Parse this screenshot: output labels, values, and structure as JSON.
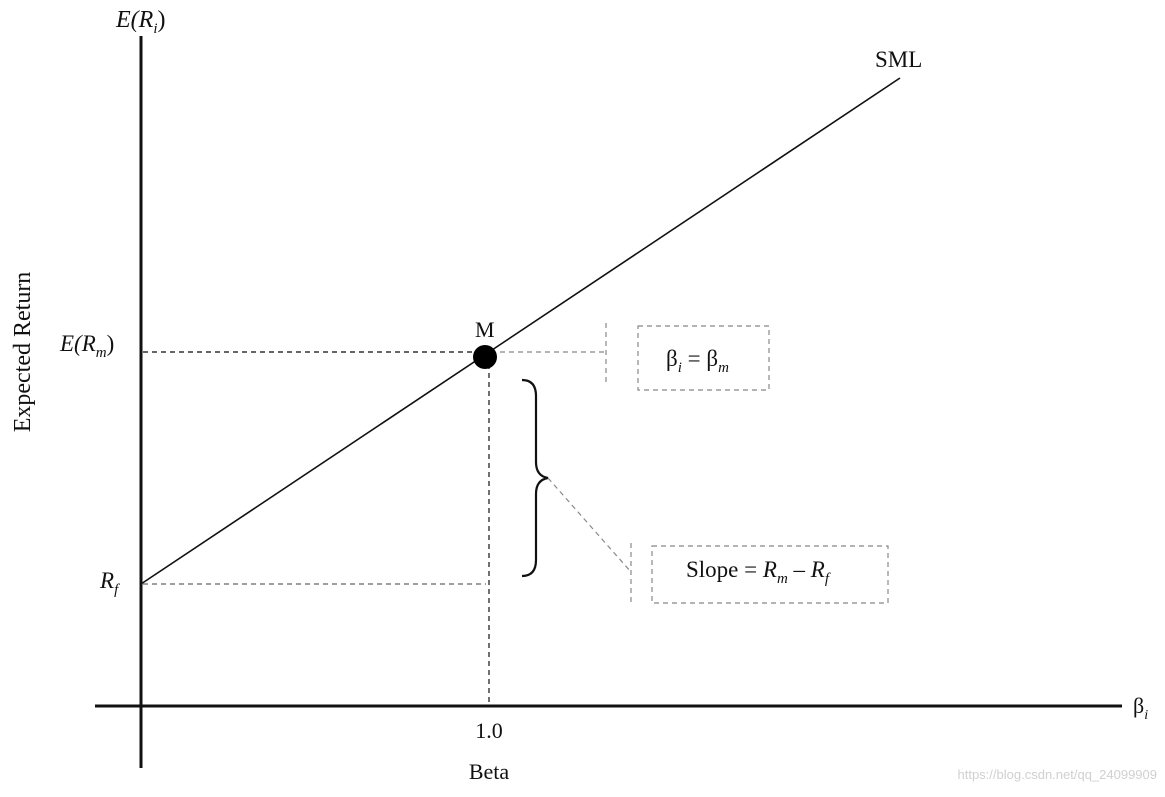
{
  "colors": {
    "axis": "#111111",
    "sml": "#111111",
    "dash": "#444444",
    "callout": "#888888",
    "marker": "#000000"
  },
  "labels": {
    "y_axis_E": "E(",
    "y_axis_R": "R",
    "y_axis_i": "i",
    "y_axis_close": ")",
    "y_title": "Expected Return",
    "x_title": "Beta",
    "x_symbol": "β",
    "x_symbol_sub": "i",
    "tick_one": "1.0",
    "sml": "SML",
    "market_point": "M",
    "erm_E": "E(",
    "erm_R": "R",
    "erm_sub": "m",
    "erm_close": ")",
    "rf_R": "R",
    "rf_sub": "f",
    "beta_box_beta1": "β",
    "beta_box_sub1": "i",
    "beta_box_eq": " = β",
    "beta_box_sub2": "m",
    "slope_prefix": "Slope = ",
    "slope_R1": "R",
    "slope_sub1": "m",
    "slope_minus": " – ",
    "slope_R2": "R",
    "slope_sub2": "f"
  },
  "watermark": "https://blog.csdn.net/qq_24099909"
}
